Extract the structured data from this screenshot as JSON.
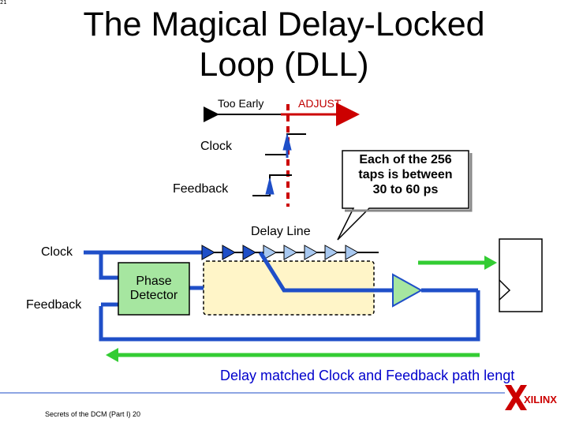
{
  "slide_marker": "21",
  "title_line1": "The Magical Delay-Locked",
  "title_line2": "Loop (DLL)",
  "timing": {
    "too_early": "Too Early",
    "adjust": "ADJUST",
    "clock": "Clock",
    "feedback": "Feedback"
  },
  "callout": {
    "line1": "Each of the 256",
    "line2": "taps is between",
    "line3": "30 to 60 ps"
  },
  "block": {
    "delay_line": "Delay Line",
    "clock": "Clock",
    "feedback": "Feedback",
    "phase_detector_1": "Phase",
    "phase_detector_2": "Detector"
  },
  "bottom_note": "Delay matched Clock and Feedback path lengt",
  "footer": "Secrets of the DCM (Part I) 20",
  "logo_text": "XILINX",
  "colors": {
    "blue": "#1f4fc8",
    "green": "#33cc33",
    "red": "#cc0000",
    "detector_fill": "#a6e6a0",
    "delayline_fill": "#fff5c8",
    "tap_fill": "#a8c8f0"
  }
}
